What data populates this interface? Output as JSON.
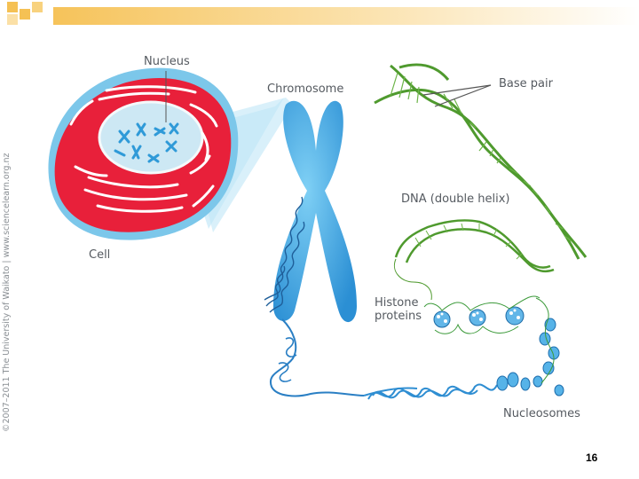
{
  "slide": {
    "page_number": "16",
    "copyright": "©2007–2011 The University of Waikato | www.sciencelearn.org.nz"
  },
  "diagram": {
    "labels": {
      "nucleus": "Nucleus",
      "chromosome": "Chromosome",
      "base_pair": "Base pair",
      "dna": "DNA (double helix)",
      "cell": "Cell",
      "histone_line1": "Histone",
      "histone_line2": "proteins",
      "nucleosomes": "Nucleosomes"
    },
    "colors": {
      "cell_red": "#e8203a",
      "cell_rim": "#6fc4ea",
      "chromosome_blue": "#3aa3e0",
      "dna_green": "#4f9a2e",
      "zoom_cone": "#bfe6f7"
    }
  }
}
